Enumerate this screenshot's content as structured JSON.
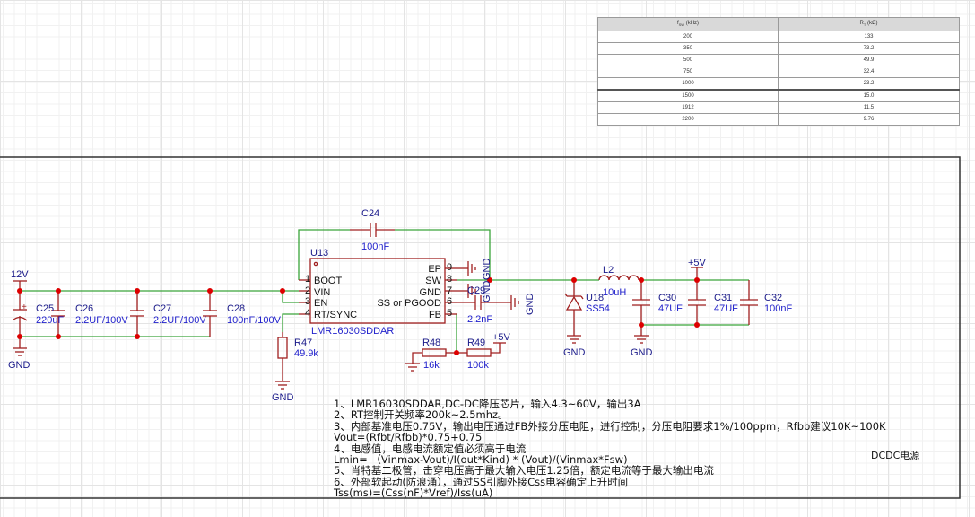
{
  "table": {
    "headers": [
      "f_SW (kHz)",
      "R_T (kΩ)"
    ],
    "header_main": [
      "f",
      "R"
    ],
    "header_sub": [
      "SW",
      "T"
    ],
    "header_unit": [
      " (kHz)",
      " (kΩ)"
    ],
    "rows": [
      [
        "200",
        "133"
      ],
      [
        "350",
        "73.2"
      ],
      [
        "500",
        "49.9"
      ],
      [
        "750",
        "32.4"
      ],
      [
        "1000",
        "23.2"
      ],
      [
        "1500",
        "15.0"
      ],
      [
        "1912",
        "11.5"
      ],
      [
        "2200",
        "9.76"
      ]
    ]
  },
  "schematic": {
    "colors": {
      "wire": "#3aa53a",
      "component": "#a02020",
      "junction": "#dd0000",
      "designator": "#1a1a8a",
      "value": "#2222cc",
      "frame": "#333333"
    },
    "nets": {
      "vin": "12V",
      "vout": "+5V",
      "gnd": "GND"
    },
    "u13": {
      "designator": "U13",
      "part": "LMR16030SDDAR",
      "left_pins": [
        {
          "num": "1",
          "name": "BOOT"
        },
        {
          "num": "2",
          "name": "VIN"
        },
        {
          "num": "3",
          "name": "EN"
        },
        {
          "num": "4",
          "name": "RT/SYNC"
        }
      ],
      "right_pins": [
        {
          "num": "9",
          "name": "EP"
        },
        {
          "num": "8",
          "name": "SW"
        },
        {
          "num": "7",
          "name": "GND"
        },
        {
          "num": "6",
          "name": "SS or PGOOD"
        },
        {
          "num": "5",
          "name": "FB"
        }
      ]
    },
    "components": {
      "c24": {
        "ref": "C24",
        "value": "100nF"
      },
      "c25": {
        "ref": "C25",
        "value": "220uF"
      },
      "c26": {
        "ref": "C26",
        "value": "2.2UF/100V"
      },
      "c27": {
        "ref": "C27",
        "value": "2.2UF/100V"
      },
      "c28": {
        "ref": "C28",
        "value": "100nF/100V"
      },
      "c29": {
        "ref": "C29",
        "value": "2.2nF"
      },
      "c30": {
        "ref": "C30",
        "value": "47UF"
      },
      "c31": {
        "ref": "C31",
        "value": "47UF"
      },
      "c32": {
        "ref": "C32",
        "value": "100nF"
      },
      "r47": {
        "ref": "R47",
        "value": "49.9k"
      },
      "r48": {
        "ref": "R48",
        "value": "16k"
      },
      "r49": {
        "ref": "R49",
        "value": "100k"
      },
      "l2": {
        "ref": "L2",
        "value": "10uH"
      },
      "u18": {
        "ref": "U18",
        "value": "SS54"
      }
    }
  },
  "notes": [
    "1、LMR16030SDDAR,DC-DC降压芯片，输入4.3~60V，输出3A",
    "2、RT控制开关频率200k~2.5mhz。",
    "3、内部基准电压0.75V，输出电压通过FB外接分压电阻，进行控制，分压电阻要求1%/100ppm，Rfbb建议10K~100K",
    "Vout=(Rfbt/Rfbb)*0.75+0.75",
    "4、电感值，电感电流额定值必须高于电流",
    "Lmin= （Vinmax-Vout)/I(out*Kind) * (Vout)/(Vinmax*Fsw)",
    "5、肖特基二极管，击穿电压高于最大输入电压1.25倍，额定电流等于最大输出电流",
    "6、外部软起动(防浪涌），通过SS引脚外接Css电容确定上升时间",
    "Tss(ms)=(Css(nF)*Vref)/Iss(uA)"
  ],
  "frame_title": "DCDC电源"
}
